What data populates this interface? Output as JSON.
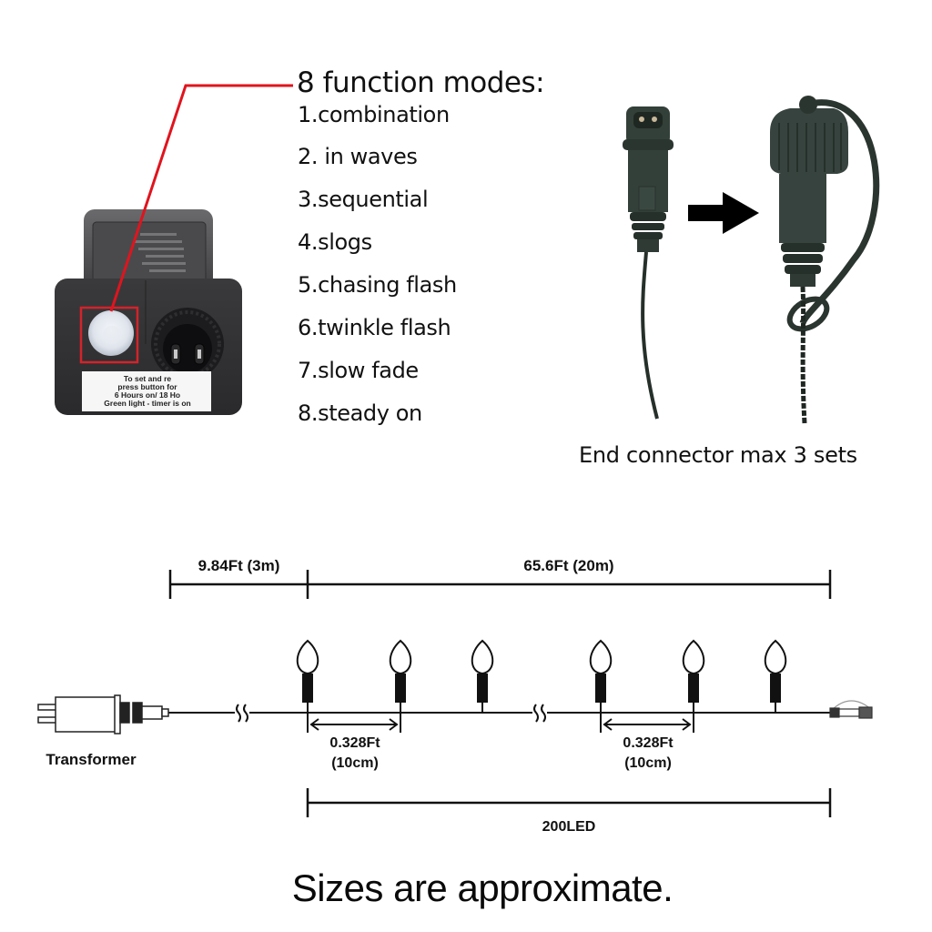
{
  "function_modes": {
    "title": "8 function modes:",
    "items": [
      "1.combination",
      "2. in waves",
      "3.sequential",
      "4.slogs",
      "5.chasing flash",
      "6.twinkle flash",
      "7.slow fade",
      "8.steady on"
    ],
    "callout_color": "#e0141e"
  },
  "controller": {
    "sticker_lines": [
      "To set and re",
      "press button for",
      "6 Hours on/ 18 Ho",
      "Green light - timer is on"
    ]
  },
  "end_connector": {
    "caption": "End connector max 3 sets"
  },
  "diagram": {
    "lead_length": "9.84Ft (3m)",
    "lit_length": "65.6Ft (20m)",
    "spacing_left": {
      "ft": "0.328Ft",
      "cm": "(10cm)"
    },
    "spacing_right": {
      "ft": "0.328Ft",
      "cm": "(10cm)"
    },
    "led_count": "200LED",
    "transformer_label": "Transformer"
  },
  "footnote": "Sizes are approximate."
}
